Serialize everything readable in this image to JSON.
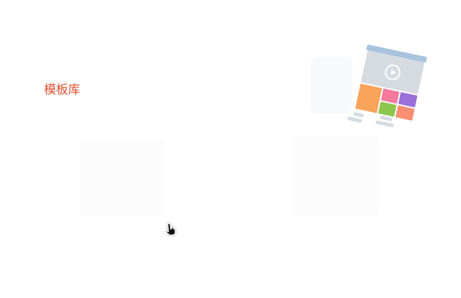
{
  "page": {
    "background": "#ffffff"
  },
  "header": {
    "title": "模板库",
    "title_color": "#e0502f"
  },
  "illustration": {
    "name": "template-card-illustration",
    "backdrop_color": "#f8f9fb",
    "card": {
      "titlebar_color": "#a9c2de",
      "video_area_color": "#d6dbe2",
      "play_icon_color": "#ffffff",
      "tiles": [
        {
          "name": "orange",
          "color": "#f9a45b"
        },
        {
          "name": "pink",
          "color": "#f4799f"
        },
        {
          "name": "purple",
          "color": "#9a6fd8"
        },
        {
          "name": "green",
          "color": "#8dc64d"
        },
        {
          "name": "salmon",
          "color": "#f98e70"
        }
      ]
    },
    "text_line_color": "#d5dbe3"
  },
  "placeholders": {
    "card_color": "#fcfcfd",
    "count": 2
  },
  "cursor": {
    "type": "hand-pointer",
    "fill": "#111111",
    "outline": "#ffffff"
  }
}
